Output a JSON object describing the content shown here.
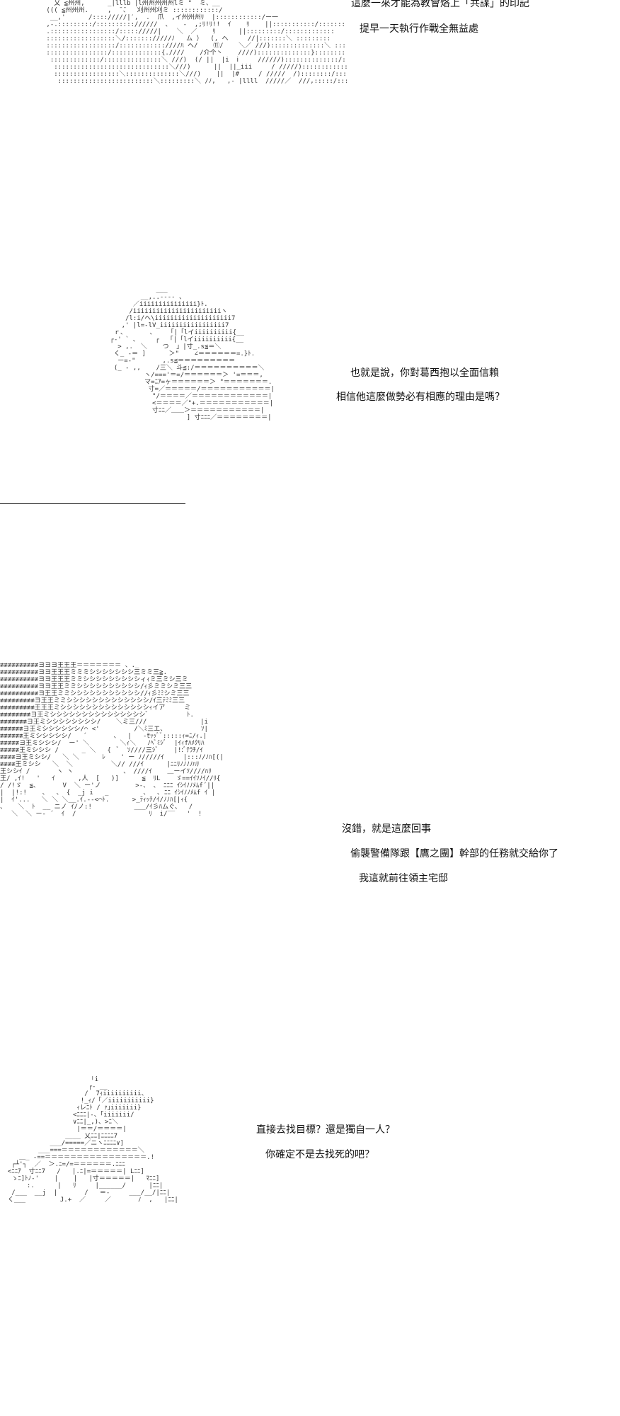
{
  "panel1": {
    "lines": [
      "這麼一來才能為教會烙上「共謀」的印記",
      "提早一天執行作戰全無益處"
    ]
  },
  "panel2": {
    "lines": [
      "也就是說，你對葛西抱以全面信賴",
      "相信他這麼做勢必有相應的理由是嗎？"
    ]
  },
  "panel3": {
    "lines": [
      "沒錯，就是這麼回事",
      "偷襲警備隊跟【鷹之團】幹部的任務就交給你了",
      "我這就前往領主宅邸"
    ]
  },
  "panel4": {
    "lines": [
      "直接去找目標？還是獨自一人？",
      "你確定不是去找死的吧？"
    ]
  },
  "art": {
    "a1": " ノ  ｱ州州,        ||||||||lH|州州州ミ-  、\n   乂 ≦州州,      _|lllb |l州州州州州lミ \"  ミ、__\n ((( ≦州州州.     ,  ̄ ̄、  刈州州刈ミ ::::::::::::/\n  __,'      /:::://///|′,  .  爪  ,イ州州州ﾘ  |::::::::::::/ー一\n ,-.:::::::::/:::::::::://////  、   -  ,;ﾘ!ﾘ!!  ｲ    ﾘ    ||:::::::::::/::::::::\n .:::::::::::::::::/::::://///|    ＼  ／    ﾘ      ||:::::::::/:::::::::::::\n ::::::::::::::::::＼/::::::://///ﾉ   ム ）  (, へ     //|:::::::＼ :::::::::\n ::::::::::::::::::/::::::::::::////ﾊ ヘ/    ⑪/    ＼／ ///)::::::::::::::＼ :::::::\n ::::::::::::::::/:::::::::::::{.////    /介个丶    ////)::::::::::::::}::::::::\n  :::::::::::::/:::::::::::::::＼ ///)  (/ ||  |i  ⅰ     //////)::::::::::::::/::::::\n   ::::::::::::::::::::::::::::::＼///)      ||  ||_iii     / /////)::::::::::::/::::::\n   :::::::::::::::::＼::::::::::::::＼///)    ||  |#     / /////  /)::::::::/:::::::::\n    :::::::::::::::::::::::::＼:::::::::＼ /ﾉ,   ,- |llll  /////／  ///,:::::/::::::::::",
    "a2": "             ___\n         __,..--‐- 、\n       ／iiiiiiiiiiiiiii}ﾄ.\n      /iiiiiiiiiiiiiiiiiiiiiiiヽ\n     /l:i/ヘ\\iiiiiiiiiiiiiiiiiiii7\n    ,' |l=-lV_iiiiiiiiiiiiiiiii7\n  ｒ、      、   「|「lイiiiiiiiiii{__\n ┌‐' ` ､     ┌  「|「lイiiiiiiiiii{__\n   > ,.  ＼    つ  」|寸_.s≦＝＼\n  く_ -＝ ]      ＞\"    ∠＝＝＝＝＝＝=.}ﾄ.\n   ー=-\"       ,.s≦＝＝＝＝＝＝＝＝＝\n  (_ - ,,    /三＼ 斗≦:/＝＝＝＝＝＝＝＝＝＝＼\n          ヽ/==='＝=/＝＝＝＝＝＝＞ '=＝＝＝,\n          マ=ﾆｱ=ヶ＝＝＝＝＝＝＞ \"＝＝＝＝＝＝＝.\n           寸=／＝＝＝＝＝/＝＝＝＝＝＝＝＝＝＝＝|\n            \"/＝＝＝＝／＝＝＝＝＝＝＝＝＝＝＝＝|\n            <＝＝＝＝／\"+.＝＝＝＝＝＝＝＝＝＝＝|\n            寸ﾆﾆ／＿＿＞＝＝＝＝＝＝＝＝＝＝＝|\n                     ] 寸ﾆﾆﾆ／＝＝＝＝＝＝＝＝|",
    "a3": "≢≢≢≢≢≢≢≢≢≢ヨヨヨ王王王＝＝＝＝＝＝＝ 、._\n≢≢≢≢≢≢≢≢≢≢ヨヨ王王王ミミミシシシシシシシ三ミミ三≧.\n≢≢≢≢≢≢≢≢≢≢ヨヨ王王王ミミシシシシシシシシシィｨミ三ミシ三ミ\n≢≢≢≢≢≢≢≢≢≢ヨヨ王王ミミシシシシシシシシシシ/ｨ彡ミミシミ三三\n≢≢≢≢≢≢≢≢≢≢ヨ王王ミミシシシシシシシシシシシ//ｨ彡ﾐﾐシミ三三\n≢≢≢≢≢≢≢≢≢ヨ王王ミミシシシシシシシシシシシシシ/ｲ三ﾃﾐﾐ三三\n≢≢≢≢≢≢≢≢≢王王王ミシシシシシシシシシシシシシシｨイア     ミ\n≢≢≢≢≢≢≢≢ヨ王ミシシシシシシシシシシシシシシシﾞ          ﾄ.\n≢≢≢≢≢≢≢ヨ王ミシシシシシシシシ/    ＼ミ三///              |i\n≢≢≢≢≢≢ヨ王ミシシシシシシ/⌒ <'         /＼ﾐ三エ、         ｿ|\n≢≢≢≢≢≢王ミシシシシシ/   ´       、  |   -ｾｯｯﾞﾞ:::::ｨ=ﾆ/ｨ.|\n≢≢≢≢≢ヨ王ミシシシ/  ー' ＼        ＼ｨ＼   ﾉﾍﾞﾐｼﾞ  |ｲｨfﾊﾒｸﾘﾊ\n≢≢≢≢≢王ミシシシ /      _ ＼   {  ﾞ  ｿ////三ｼﾞ    |!:ﾞﾃﾗﾁ/ｲ\n≢≢≢≢ヨ王ミシシ/   ＼ ＼      ﾚ    ' ー ﾉ/////ｲ     |:::ﾉ/ﾉﾊ[(|\n≢≢≢≢王ミシシ   ＼  ＼          ＼// ///ｲ      |ﾆﾆﾘﾉﾉﾉﾉﾊﾘ\n王シシｲ /       ヽ ヽ             、 ////ｲ    ＿ーイｿ////ﾊﾘ\n王/ ,ｲ!   '   ｲ      ,人  [   )]      ≦  ﾘL    ゞ==ｲｲｿﾉｲ//ﾘ{\n/ /!ゞ  ≦、      V  ＼ ー'ノ         >‐、 、 ﾆﾆﾆ ｲｼｲﾉﾉﾒﾑf´||\n|  |!:!    、  、 {  _j i   _         、  ､ ﾆﾆ ｲｼｲﾉﾉﾒﾑf ｲ |\n|  ｲ'...   ＼ ＼ ＼__.ｲ.‐‐<⌒ﾄ.      >_ﾃｨｯﾁ/ｲ/ﾉﾉﾊ[|ｨ{\n、   ＼  ﾄ  __ ニノ ｲ/ノ:!           ___/ｲ彡ﾊムぐ、  /\n   ＼  ＼ ー- ´  ｲ  /                   ﾘ  i/‾‾   '  !",
    "a4": "                       「i\n                       ┌‐ __\n                      /  ̄7ｨiiiiiiiiii、\n                     !_ｨ/「／iiiiiiiiiii}\n                    ｨレﾆﾄ / ｧ｣iiiiiii}\n                   <ﾆﾆﾆ|-、「iiiiiii/\n                   ∨ﾆﾆ|_,)、>ﾆ＼\n                    |＝＝/＝＝＝＝|\n                 ____ 乂ﾆﾆ|ﾆﾆﾆﾆ7\n             ___/=====／ニヽﾆﾆﾆﾆ∨]\n          ___===＝＝＝＝＝＝＝＝＝＝＝＝＼\n     ＿_ -==＝＝＝＝＝＝＝＝＝＝＝＝＝＝＝＝.!\n   ┌┴'┐  ／  ＞.ﾆ=/=＝＝＝＝＝＝.ﾆﾆﾆ\n  <ﾆﾆｱ  寸ﾆﾆ7   /   |.ﾆ|=＝＝＝＝＝| Lﾆﾆ]\n   ゝﾆ]ﾄﾉ-'    |    |   |寸＝＝＝＝＝|   ﾏﾆﾆ]\n       :.      |   ﾘ     |______/      |ﾆﾆ|\n   /___  __j  |       /   ＝-     ___/__/|ﾆﾆ|\n  く___         J.+  ／     ／       ﾉ  ,   |ﾆﾆ|"
  }
}
